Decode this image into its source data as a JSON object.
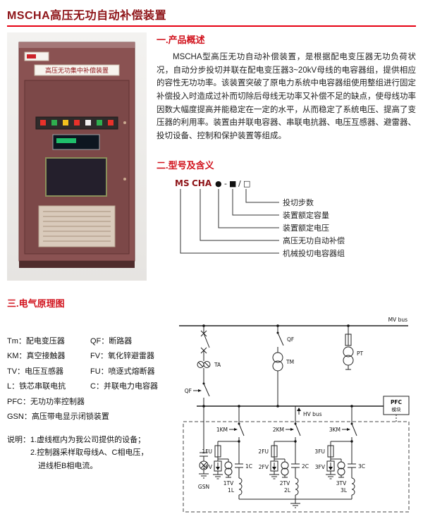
{
  "colors": {
    "title_red": "#8e1418",
    "heading_red": "#d1121c",
    "rule_red": "#e60012",
    "cabinet_maroon": "#7c4848"
  },
  "page": {
    "title": "MSCHA高压无功自动补偿装置"
  },
  "overview": {
    "heading": "一.产品概述",
    "body": "MSCHA型高压无功自动补偿装置，是根据配电变压器无功负荷状况，自动分步投切并联在配电变压器3~20kV母线的电容器组，提供相应的容性无功功率。该装置突破了原电力系统中电容器组使用整组进行固定补偿投入时造成过补而切除后母线无功率又补偿不足的缺点，使母线功率因数大幅度提高并能稳定在一定的水平，从而稳定了系统电压、提高了变压器的利用率。装置由并联电容器、串联电抗器、电压互感器、避雷器、投切设备、控制和保护装置等组成。"
  },
  "model": {
    "heading": "二.型号及含义",
    "code": {
      "p1": "MS",
      "p2": "CHA",
      "s1": "●",
      "d": "-",
      "s2": "■",
      "sl": "/",
      "s3": "□"
    },
    "labels": [
      "投切步数",
      "装置额定容量",
      "装置额定电压",
      "高压无功自动补偿",
      "机械投切电容器组"
    ]
  },
  "cabinet": {
    "nameplate": "高压无功集中补偿装置"
  },
  "schematic": {
    "heading": "三.电气原理图",
    "legend": [
      {
        "a": "Tm：配电变压器",
        "b": "QF：断路器"
      },
      {
        "a": "KM：真空接触器",
        "b": "FV：氧化锌避雷器"
      },
      {
        "a": "TV：电压互感器",
        "b": "FU：喷逐式熔断器"
      },
      {
        "a": "L：铁芯串联电抗",
        "b": "C：并联电力电容器"
      },
      {
        "a": "PFC：无功功率控制器",
        "b": ""
      },
      {
        "a": "GSN：高压带电显示闭锁装置",
        "b": ""
      }
    ],
    "notes": [
      "说明：1.虚线框内为我公司提供的设备；",
      "2.控制器采样取母线A、C相电压，",
      "进线柜B相电流。"
    ],
    "diagram": {
      "mv_bus": "MV bus",
      "hv_bus": "HV bus",
      "pt": "PT",
      "ta": "TA",
      "tm": "TM",
      "qf_feeder": "QF",
      "qf_mid": "QF",
      "pfc1": "PFC",
      "pfc2": "模块",
      "gsn": "GSN",
      "km": [
        "1KM",
        "2KM",
        "3KM"
      ],
      "fu": [
        "1FU",
        "2FU",
        "3FU"
      ],
      "fv": [
        "1FV",
        "2FV",
        "3FV"
      ],
      "tv": [
        "1TV",
        "2TV",
        "3TV"
      ],
      "c": [
        "1C",
        "2C",
        "3C"
      ],
      "l": [
        "1L",
        "2L",
        "3L"
      ]
    }
  }
}
